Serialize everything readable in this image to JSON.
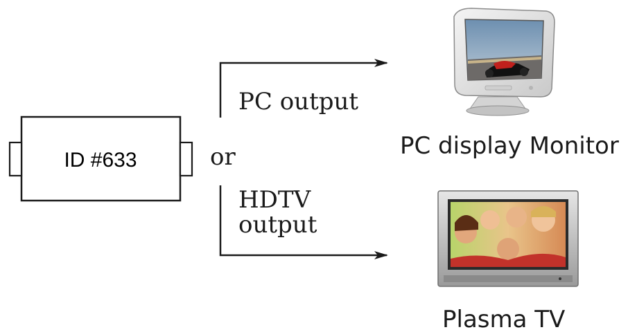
{
  "device": {
    "label": "ID #633"
  },
  "connector": {
    "label": "or"
  },
  "paths": {
    "pc": {
      "label": "PC output"
    },
    "hdtv": {
      "label_line1": "HDTV",
      "label_line2": "output"
    }
  },
  "targets": {
    "monitor": {
      "label": "PC display Monitor",
      "icon": "crt-monitor-icon"
    },
    "tv": {
      "label": "Plasma TV",
      "icon": "plasma-tv-icon"
    }
  }
}
